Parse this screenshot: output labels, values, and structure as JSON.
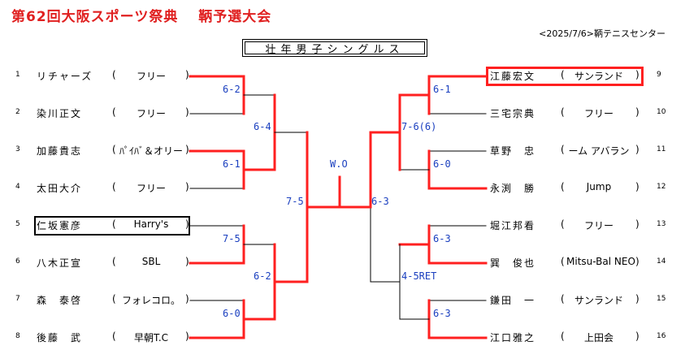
{
  "header": {
    "title": "第62回大阪スポーツ祭典　 鞆予選大会",
    "venue_date": "<2025/7/6>鞆テニスセンター",
    "event": "壮年男子シングルス"
  },
  "colors": {
    "win_line": "#ff2020",
    "loss_line": "#000000",
    "score": "#1a3fbf",
    "highlight_red": "#ff2020"
  },
  "players": [
    {
      "seed": "1",
      "name": "リチャーズ",
      "club": "フリー"
    },
    {
      "seed": "2",
      "name": "染川正文",
      "club": "フリー"
    },
    {
      "seed": "3",
      "name": "加藤貴志",
      "club": "ﾊﾟｲﾊﾞ＆オリー"
    },
    {
      "seed": "4",
      "name": "太田大介",
      "club": "フリー"
    },
    {
      "seed": "5",
      "name": "仁坂憲彦",
      "club": "Harry's"
    },
    {
      "seed": "6",
      "name": "八木正宣",
      "club": "SBL"
    },
    {
      "seed": "7",
      "name": "森　泰啓",
      "club": "フォレコロ。"
    },
    {
      "seed": "8",
      "name": "後藤　武",
      "club": "早朝T.C"
    },
    {
      "seed": "9",
      "name": "江藤宏文",
      "club": "サンランド"
    },
    {
      "seed": "10",
      "name": "三宅宗典",
      "club": "フリー"
    },
    {
      "seed": "11",
      "name": "草野　忠",
      "club": "ーム アバラン"
    },
    {
      "seed": "12",
      "name": "永渕　勝",
      "club": "Jump"
    },
    {
      "seed": "13",
      "name": "堀江邦看",
      "club": "フリー"
    },
    {
      "seed": "14",
      "name": "巽　俊也",
      "club": "Mitsu-Bal NEO"
    },
    {
      "seed": "15",
      "name": "鎌田　一",
      "club": "サンランド"
    },
    {
      "seed": "16",
      "name": "江口雅之",
      "club": "上田会"
    }
  ],
  "scores": {
    "r1": [
      "6-2",
      "6-1",
      "7-5",
      "6-0",
      "6-1",
      "6-0",
      "6-3",
      "6-3"
    ],
    "qf": [
      "6-4",
      "6-2",
      "7-6(6)",
      "4-5RET"
    ],
    "sf": [
      "7-5",
      "6-3"
    ],
    "final": "W.O"
  }
}
